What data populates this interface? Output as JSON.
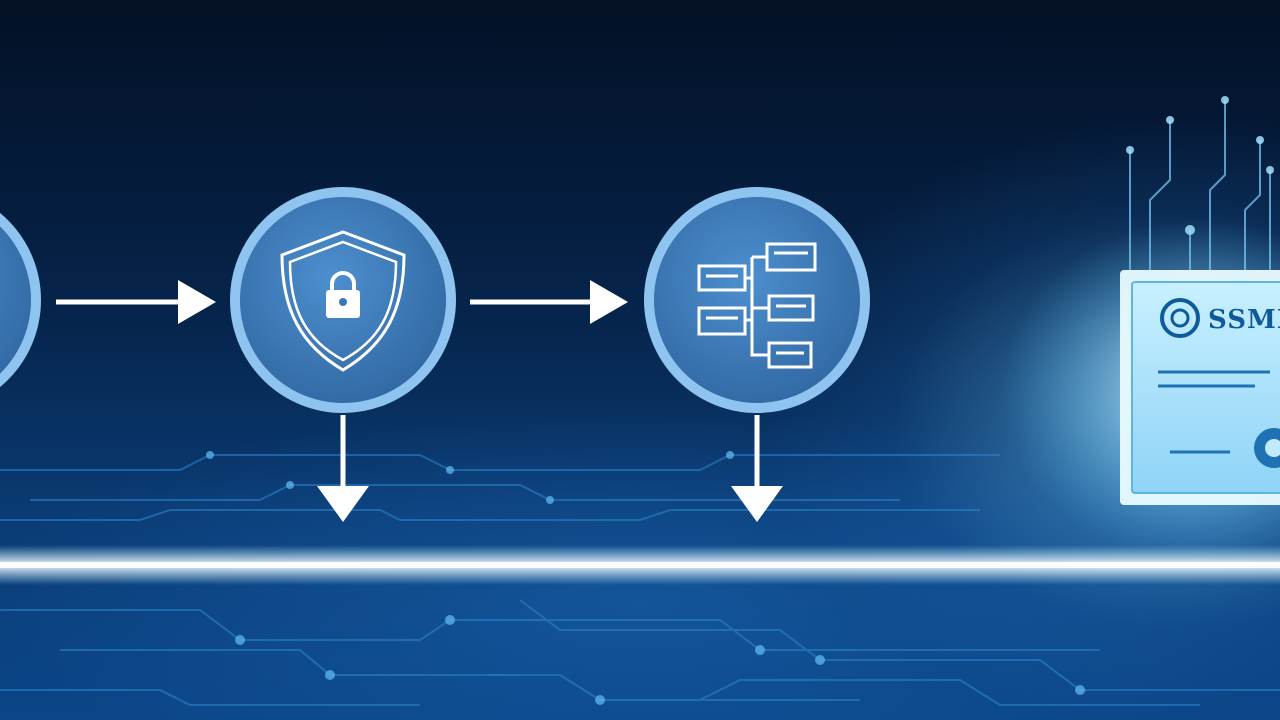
{
  "diagram": {
    "nodes": [
      {
        "id": "left-partial",
        "icon": "partial-circle"
      },
      {
        "id": "security",
        "icon": "shield-lock-icon"
      },
      {
        "id": "structure",
        "icon": "hierarchy-icon"
      }
    ],
    "edges": [
      {
        "from": "left-partial",
        "to": "security",
        "direction": "right"
      },
      {
        "from": "security",
        "to": "structure",
        "direction": "right"
      },
      {
        "from": "security",
        "direction": "down"
      },
      {
        "from": "structure",
        "direction": "down"
      }
    ]
  },
  "certificate": {
    "title": "SSMIL",
    "icon": "seal-icon"
  },
  "colors": {
    "node_fill": "#3b78b8",
    "node_ring": "#8ec4ef",
    "arrow": "#ffffff",
    "background_dark": "#031025",
    "glow": "#9fe2ff"
  }
}
